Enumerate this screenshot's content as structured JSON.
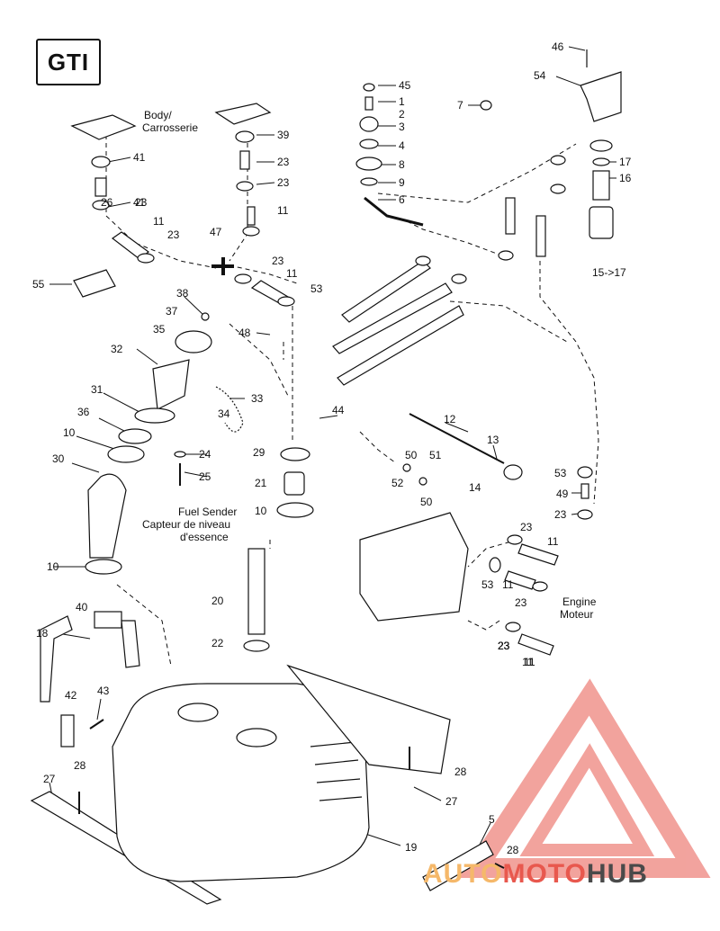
{
  "model": "GTI",
  "notes": {
    "body_en": "Body/",
    "body_fr": "Carrosserie",
    "fuel_sender_en": "Fuel Sender",
    "fuel_sender_fr": "Capteur de niveau",
    "fuel_sender_fr2": "d'essence",
    "engine_en": "Engine",
    "engine_fr": "Moteur"
  },
  "watermark": {
    "part1": "AUTO",
    "part2": "MOTO",
    "part3": "HUB"
  },
  "part_labels": [
    "46",
    "54",
    "45",
    "1",
    "2",
    "3",
    "4",
    "8",
    "9",
    "6",
    "7",
    "17",
    "16",
    "15->17",
    "41",
    "39",
    "23",
    "11",
    "23",
    "41",
    "26",
    "23",
    "11",
    "23",
    "47",
    "23",
    "11",
    "53",
    "55",
    "38",
    "37",
    "35",
    "48",
    "32",
    "33",
    "34",
    "31",
    "36",
    "24",
    "25",
    "10",
    "30",
    "29",
    "21",
    "10",
    "44",
    "12",
    "50",
    "51",
    "50",
    "52",
    "13",
    "14",
    "53",
    "49",
    "23",
    "23",
    "11",
    "23",
    "11",
    "53",
    "23",
    "23",
    "11",
    "20",
    "22",
    "10",
    "40",
    "18",
    "42",
    "43",
    "27",
    "28",
    "28",
    "27",
    "19",
    "5",
    "28",
    "11",
    "23",
    "23",
    "11"
  ],
  "colors": {
    "line": "#111111",
    "watermark_red": "#e8584e",
    "watermark_orange": "#f5b86a",
    "watermark_gray": "#4a4a4a"
  }
}
